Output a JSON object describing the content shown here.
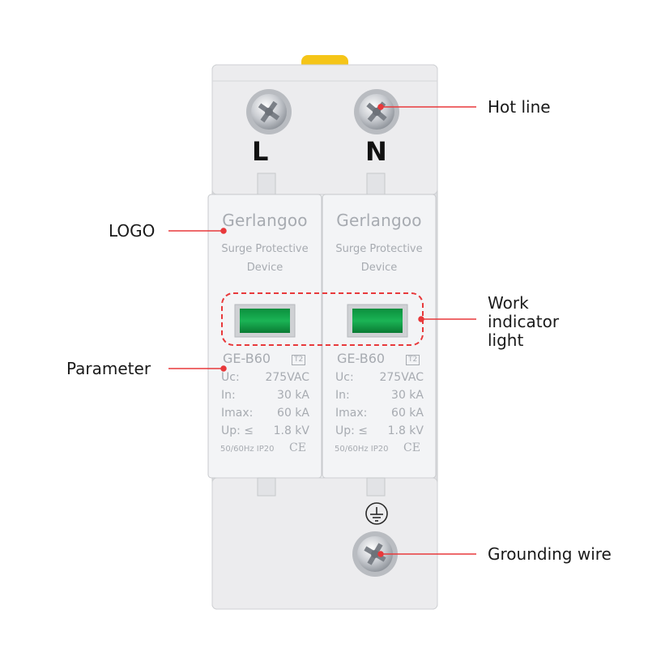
{
  "terminals": {
    "left": "L",
    "right": "N"
  },
  "modules": [
    {
      "brand": "Gerlangoo",
      "subtitle_line1": "Surge Protective",
      "subtitle_line2": "Device",
      "model": "GE-B60",
      "class": "T2",
      "params": [
        {
          "key": "Uc:",
          "value": "275VAC"
        },
        {
          "key": "In:",
          "value": "30 kA"
        },
        {
          "key": "Imax:",
          "value": "60 kA"
        },
        {
          "key": "Up: ≤",
          "value": "1.8 kV"
        }
      ],
      "cert": "50/60Hz  IP20",
      "ce": "CE"
    },
    {
      "brand": "Gerlangoo",
      "subtitle_line1": "Surge Protective",
      "subtitle_line2": "Device",
      "model": "GE-B60",
      "class": "T2",
      "params": [
        {
          "key": "Uc:",
          "value": "275VAC"
        },
        {
          "key": "In:",
          "value": "30 kA"
        },
        {
          "key": "Imax:",
          "value": "60 kA"
        },
        {
          "key": "Up: ≤",
          "value": "1.8 kV"
        }
      ],
      "cert": "50/60Hz  IP20",
      "ce": "CE"
    }
  ],
  "callouts": {
    "hot_line": "Hot line",
    "logo": "LOGO",
    "work_indicator_1": "Work",
    "work_indicator_2": "indicator",
    "work_indicator_3": "light",
    "parameter": "Parameter",
    "grounding_wire": "Grounding wire"
  },
  "icons": {
    "ground": "ground-symbol-icon",
    "screw": "screw-icon"
  },
  "colors": {
    "callout_line": "#e8393b",
    "indicator": "#15a24a",
    "body": "#e9eaec",
    "text_grey": "#a7abb1"
  }
}
